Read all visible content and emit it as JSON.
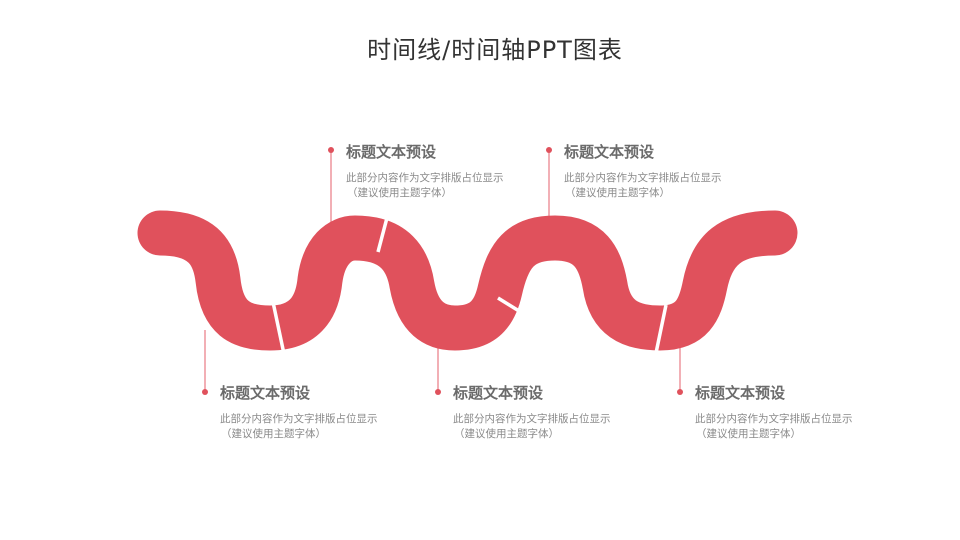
{
  "title": "时间线/时间轴PPT图表",
  "colors": {
    "accent": "#E0515C",
    "line": "#E87A84",
    "dot": "#E0515C",
    "heading": "#6b6b6b",
    "desc": "#8a8a8a"
  },
  "items": [
    {
      "position": "top",
      "heading": "标题文本预设",
      "desc_line1": "此部分内容作为文字排版占位显示",
      "desc_line2": "（建议使用主题字体）"
    },
    {
      "position": "top",
      "heading": "标题文本预设",
      "desc_line1": "此部分内容作为文字排版占位显示",
      "desc_line2": "（建议使用主题字体）"
    },
    {
      "position": "bottom",
      "heading": "标题文本预设",
      "desc_line1": "此部分内容作为文字排版占位显示",
      "desc_line2": "（建议使用主题字体）"
    },
    {
      "position": "bottom",
      "heading": "标题文本预设",
      "desc_line1": "此部分内容作为文字排版占位显示",
      "desc_line2": "（建议使用主题字体）"
    },
    {
      "position": "bottom",
      "heading": "标题文本预设",
      "desc_line1": "此部分内容作为文字排版占位显示",
      "desc_line2": "（建议使用主题字体）"
    }
  ]
}
